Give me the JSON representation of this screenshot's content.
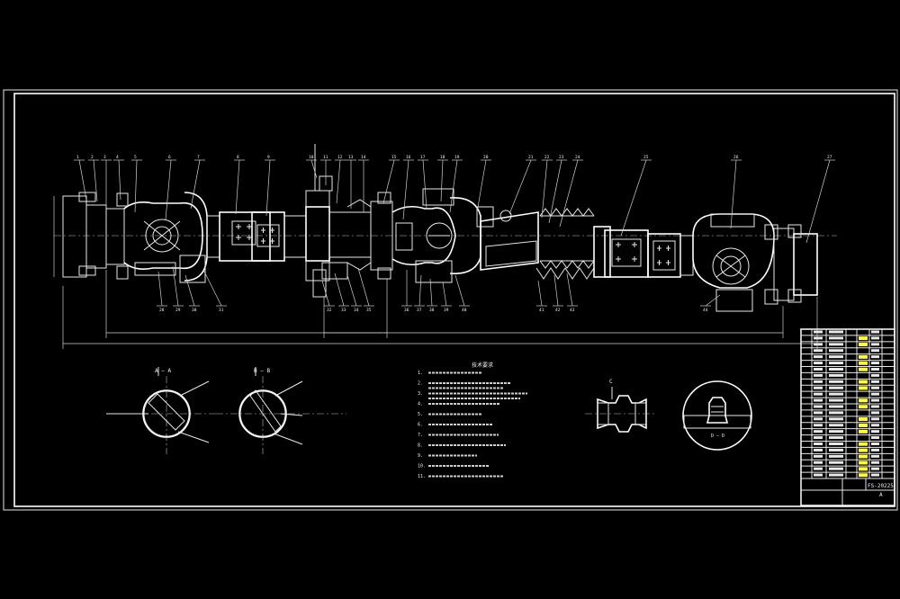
{
  "drawing": {
    "balloons": [
      "1",
      "2",
      "3",
      "4",
      "5",
      "6",
      "7",
      "8",
      "9",
      "10",
      "11",
      "12",
      "13",
      "14",
      "15",
      "16",
      "17",
      "18",
      "19",
      "20",
      "21",
      "22",
      "23",
      "24",
      "25",
      "26",
      "27",
      "28",
      "29",
      "30",
      "31",
      "32",
      "33",
      "34",
      "35",
      "36",
      "37",
      "38",
      "39",
      "40",
      "41",
      "42",
      "43",
      "44"
    ],
    "section_labels": {
      "a": "A — A",
      "b": "B — B",
      "c": "C",
      "d": "D — D",
      "view_a": "A",
      "view_b": "B"
    },
    "notes_title": "技术要求",
    "notes": [
      "1.",
      "2.",
      "3.",
      "4.",
      "5.",
      "6.",
      "7.",
      "8.",
      "9.",
      "10.",
      "11."
    ]
  },
  "title_block": {
    "drawing_no": "FS-20225",
    "scale": "A"
  },
  "colors": {
    "background": "#000000",
    "line": "#e8e8e8",
    "highlight": "#ffff33"
  }
}
